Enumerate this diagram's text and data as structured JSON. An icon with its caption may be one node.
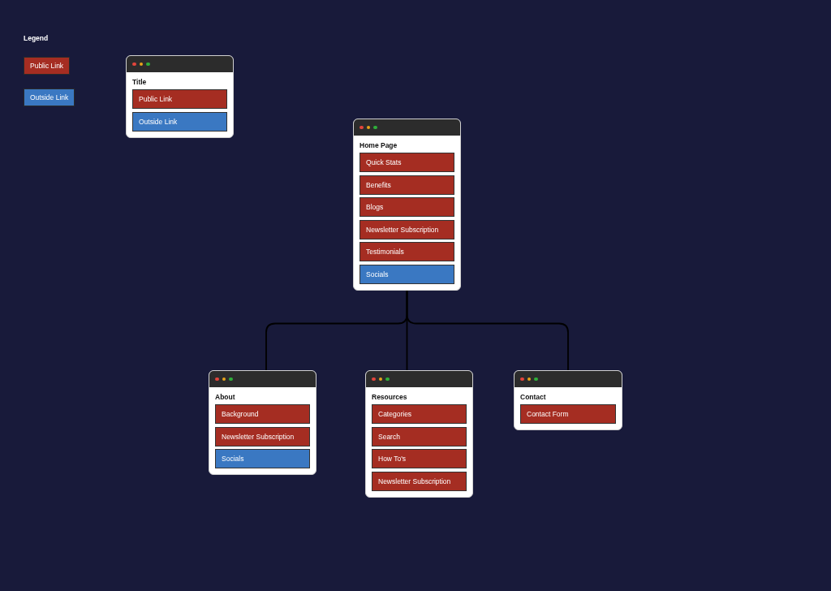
{
  "diagram": {
    "nodes": [
      {
        "text": [
          "Title"
        ]
      },
      {
        "text": [
          "Public Link"
        ],
        "in": 0
      },
      {
        "text": [
          "Outside Link"
        ],
        "in": 0
      },
      {
        "text": [
          "Home Page"
        ]
      },
      {
        "text": [
          "Quick Stats"
        ],
        "in": 3
      },
      {
        "text": [
          "Benefits"
        ],
        "in": 3
      },
      {
        "text": [
          "Blogs"
        ],
        "in": 3
      },
      {
        "text": [
          "Newsletter Subscription"
        ],
        "in": 3
      },
      {
        "text": [
          "Testimonials"
        ],
        "in": 3
      },
      {
        "text": [
          "Socials"
        ],
        "in": 3
      },
      {
        "text": [
          "About"
        ]
      },
      {
        "text": [
          "Background"
        ],
        "in": 10
      },
      {
        "text": [
          "Newsletter Subscription"
        ],
        "in": 10
      },
      {
        "text": [
          "Socials"
        ],
        "in": 10
      },
      {
        "text": [
          "Resources"
        ]
      },
      {
        "text": [
          "Categories"
        ],
        "in": 14
      },
      {
        "text": [
          "Search"
        ],
        "in": 14
      },
      {
        "text": [
          "How To's"
        ],
        "in": 14
      },
      {
        "text": [
          "Newsletter Subscription"
        ],
        "in": 14
      },
      {
        "text": [
          "Contact"
        ]
      },
      {
        "text": [
          "Contact Form"
        ],
        "in": 19
      }
    ],
    "edges": [
      {
        "from": 3,
        "to": 10,
        "arrow": "none"
      },
      {
        "from": 3,
        "to": 14,
        "arrow": "none"
      },
      {
        "from": 3,
        "to": 19,
        "arrow": "none"
      }
    ],
    "labels": [
      "Legend"
    ],
    "legend": [
      {
        "text": "Public Link",
        "color": "#a52d22"
      },
      {
        "text": "Outside Link",
        "color": "#3a78c2"
      }
    ]
  }
}
